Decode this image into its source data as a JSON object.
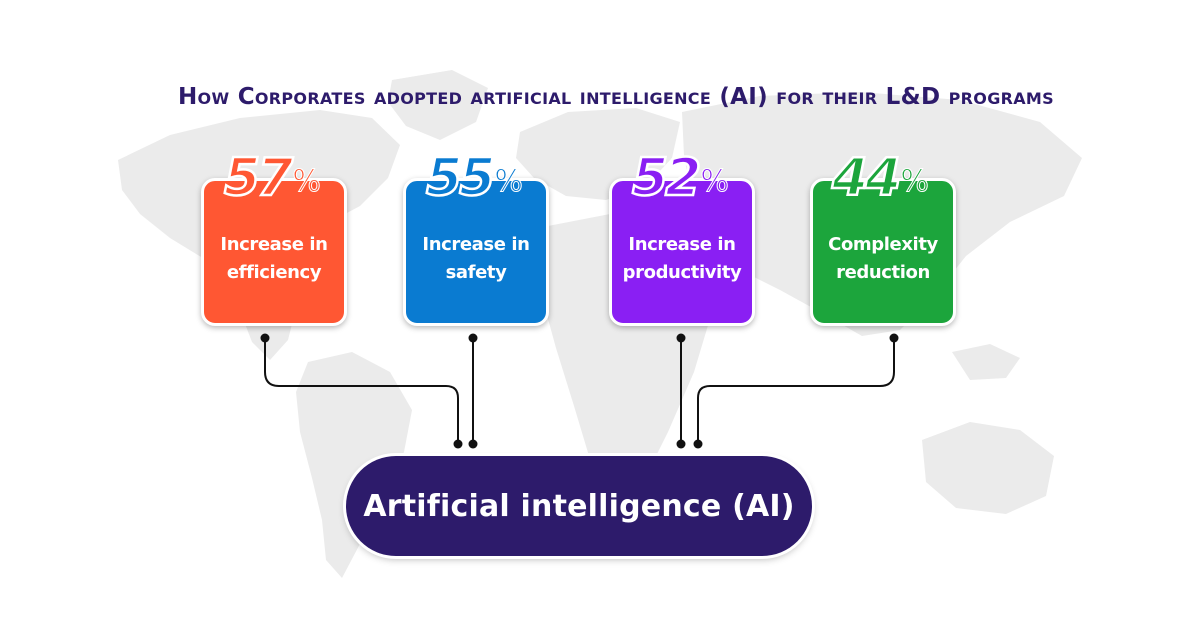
{
  "title": "How Corporates adopted artificial intelligence (AI) for their L&D programs",
  "percent_sign": "%",
  "cards": [
    {
      "value": "57",
      "label": "Increase in\nefficiency",
      "color": "#ff5733"
    },
    {
      "value": "55",
      "label": "Increase in\nsafety",
      "color": "#0a7bd1"
    },
    {
      "value": "52",
      "label": "Increase in\nproductivity",
      "color": "#8a1ff3"
    },
    {
      "value": "44",
      "label": "Complexity\nreduction",
      "color": "#1ca53c"
    }
  ],
  "hub": {
    "label": "Artificial intelligence (AI)",
    "color": "#2d1b6b"
  },
  "colors": {
    "title": "#2d1b6b",
    "map": "#ebebeb",
    "connector": "#111111"
  }
}
